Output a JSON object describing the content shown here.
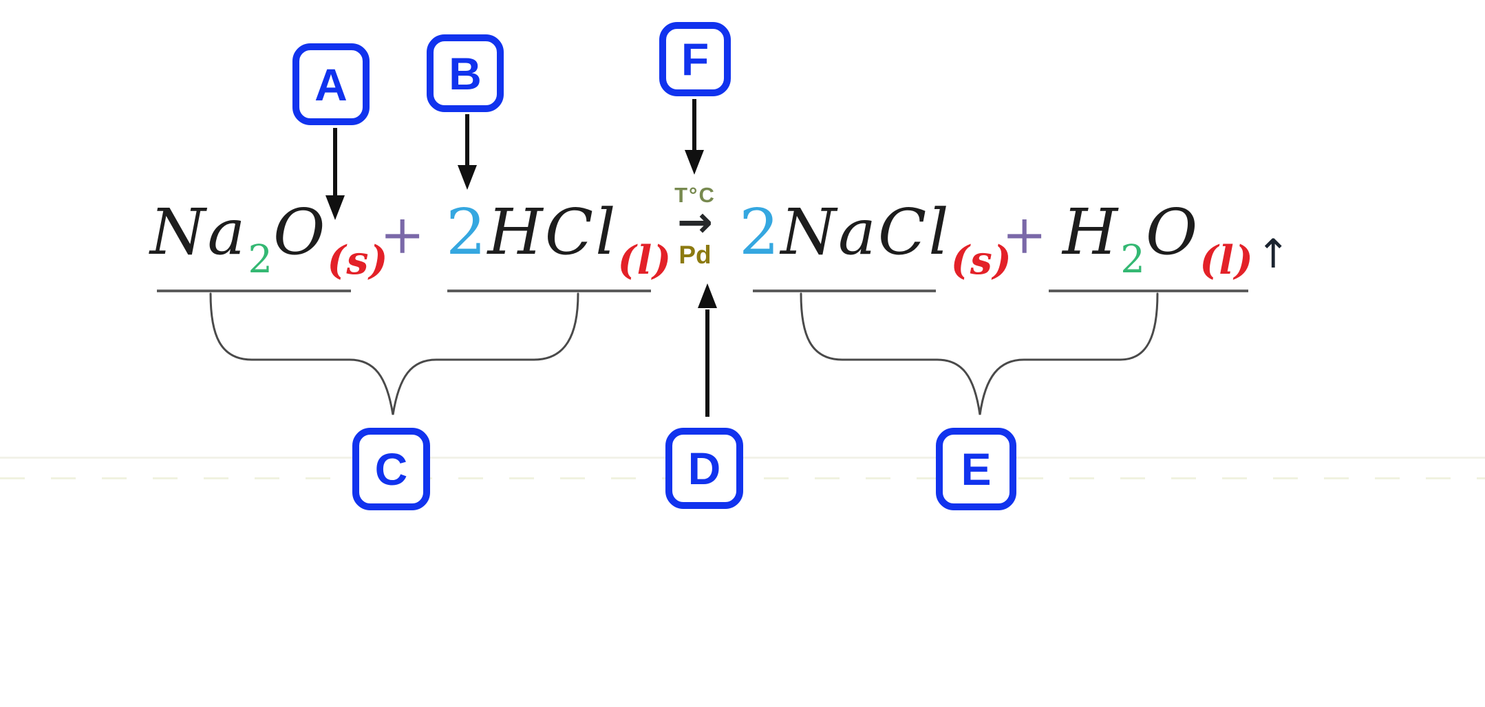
{
  "diagram": {
    "description": "annotated chemical equation with lettered markers",
    "equation_transcript": "Na2O(s) + 2HCl(l) → (T°C, Pd) 2NaCl(s) + H2O(l)↑"
  },
  "eq": {
    "r1_el1": "Na",
    "r1_sub": "2",
    "r1_el2": "O",
    "r1_state": "(s)",
    "plus1": "+",
    "r2_coef": "2",
    "r2_formula": "HCl",
    "r2_state": "(l)",
    "cond_above": "T°C",
    "cond_arrow": "→",
    "cond_below": "Pd",
    "p1_coef": "2",
    "p1_formula": "NaCl",
    "p1_state": "(s)",
    "plus2": "+",
    "p2_el1": "H",
    "p2_sub": "2",
    "p2_el2": "O",
    "p2_state": "(l)",
    "p2_gas": "↑"
  },
  "markers": {
    "a": "A",
    "b": "B",
    "c": "C",
    "d": "D",
    "e": "E",
    "f": "F"
  },
  "colors": {
    "marker_blue": "#1133ee",
    "coefficient_cyan": "#35a7e0",
    "subscript_green": "#34b873",
    "state_red": "#e32128",
    "plus_purple": "#7a68a8",
    "condition_olive": "#77894f",
    "catalyst_gold": "#8c7a10",
    "text_black": "#1d1d1d",
    "line_gray": "#5c5c5c"
  }
}
